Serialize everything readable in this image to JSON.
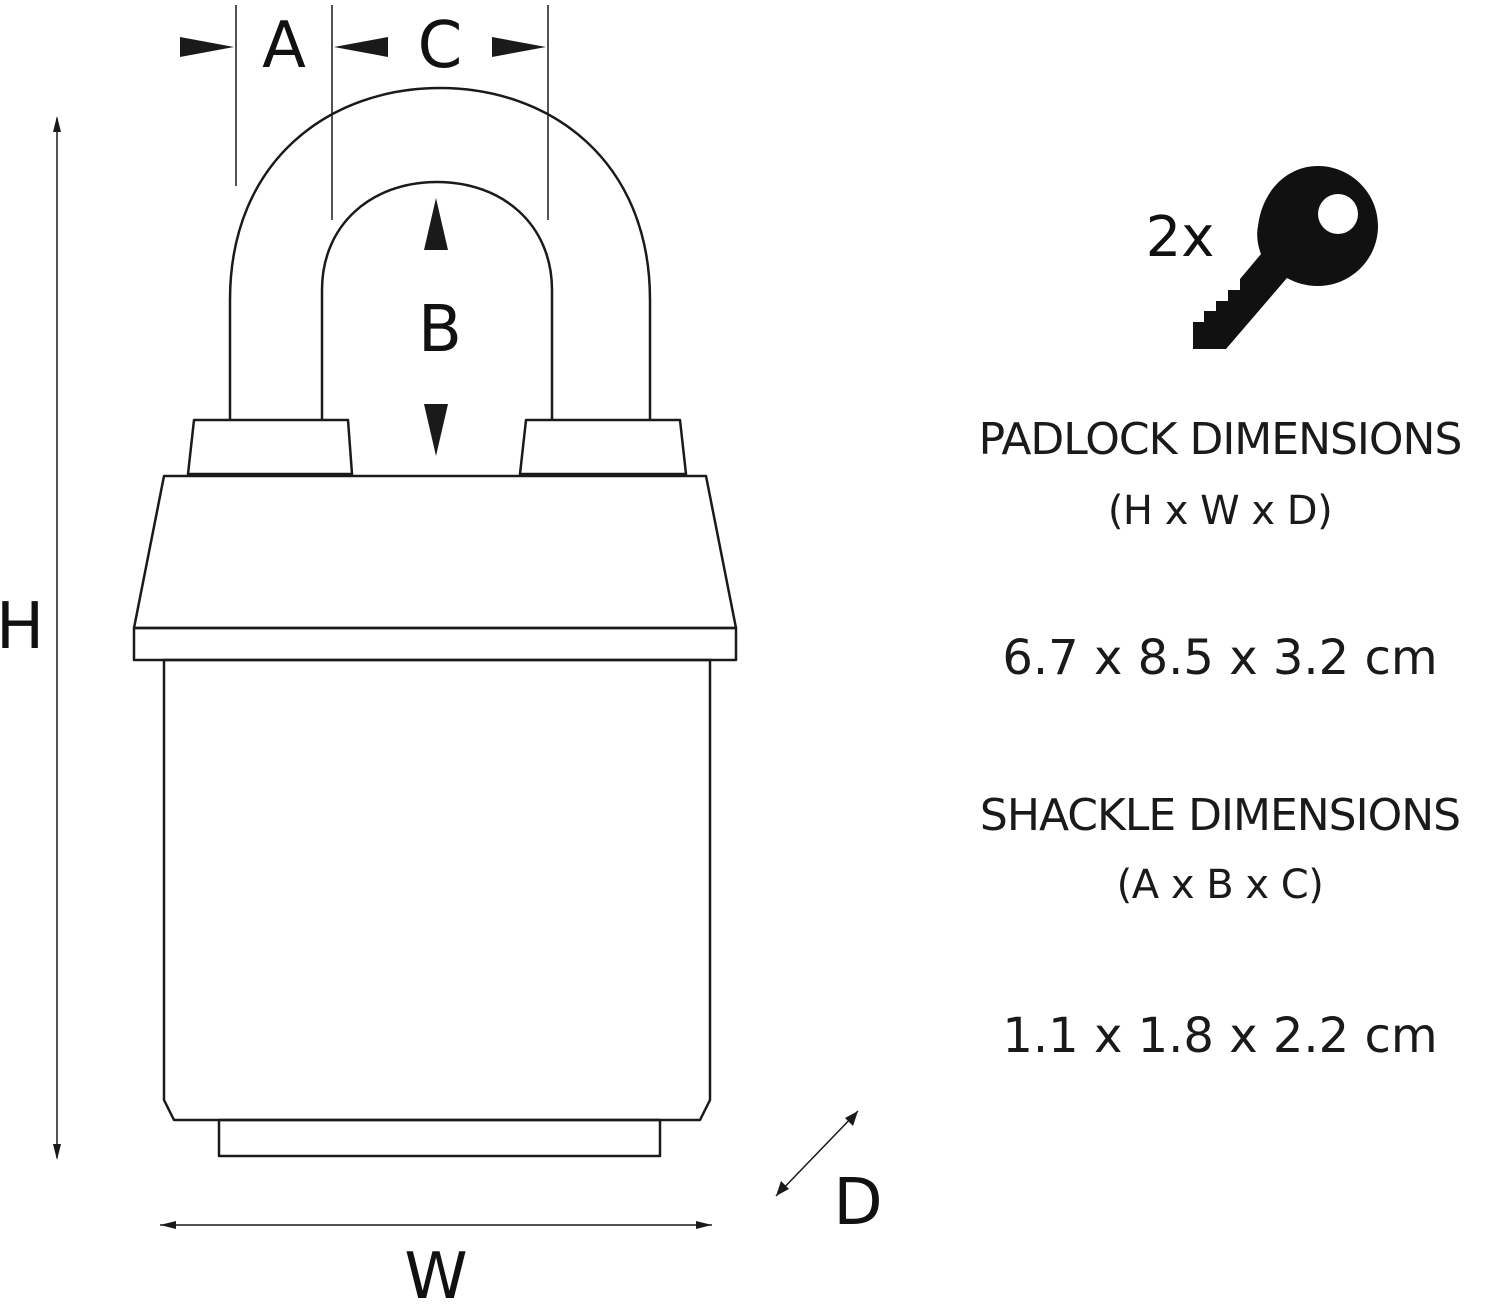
{
  "diagram": {
    "labels": {
      "a": "A",
      "b": "B",
      "c": "C",
      "h": "H",
      "w": "W",
      "d": "D"
    }
  },
  "keys": {
    "count_label": "2x",
    "icon": "key-icon"
  },
  "specs": {
    "padlock": {
      "heading": "PADLOCK DIMENSIONS",
      "order": "(H x W x D)",
      "value": "6.7 x 8.5 x 3.2 cm"
    },
    "shackle": {
      "heading": "SHACKLE DIMENSIONS",
      "order": "(A x B x C)",
      "value": "1.1 x 1.8 x 2.2 cm"
    }
  },
  "colors": {
    "line": "#1a1a1a",
    "background": "#ffffff"
  }
}
